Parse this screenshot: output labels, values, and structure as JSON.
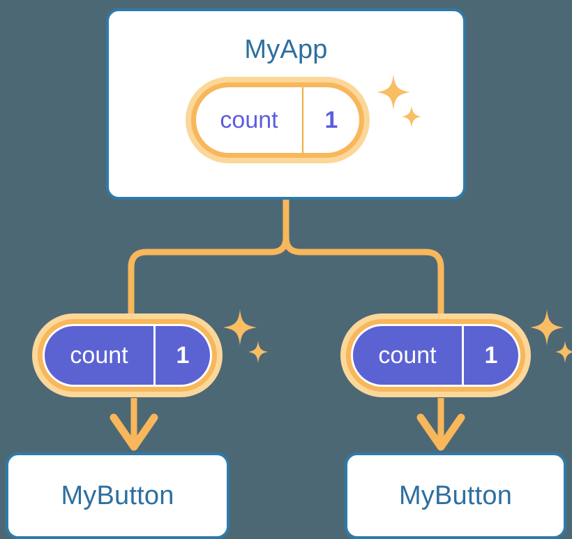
{
  "diagram": {
    "title_semantic": "state propagation from MyApp to MyButton children",
    "background_color": "#4d6875",
    "accent_orange": "#f7b75a",
    "accent_orange_light": "#fcd79a",
    "accent_blue": "#2f7aa8",
    "accent_purple": "#5b63d3",
    "accent_indigo_text": "#5c5ce0"
  },
  "app": {
    "title": "MyApp",
    "state": {
      "key": "count",
      "value": "1"
    },
    "sparkle": "sparkle-icon"
  },
  "children": [
    {
      "title": "MyButton",
      "state": {
        "key": "count",
        "value": "1"
      },
      "sparkle": "sparkle-icon"
    },
    {
      "title": "MyButton",
      "state": {
        "key": "count",
        "value": "1"
      },
      "sparkle": "sparkle-icon"
    }
  ]
}
